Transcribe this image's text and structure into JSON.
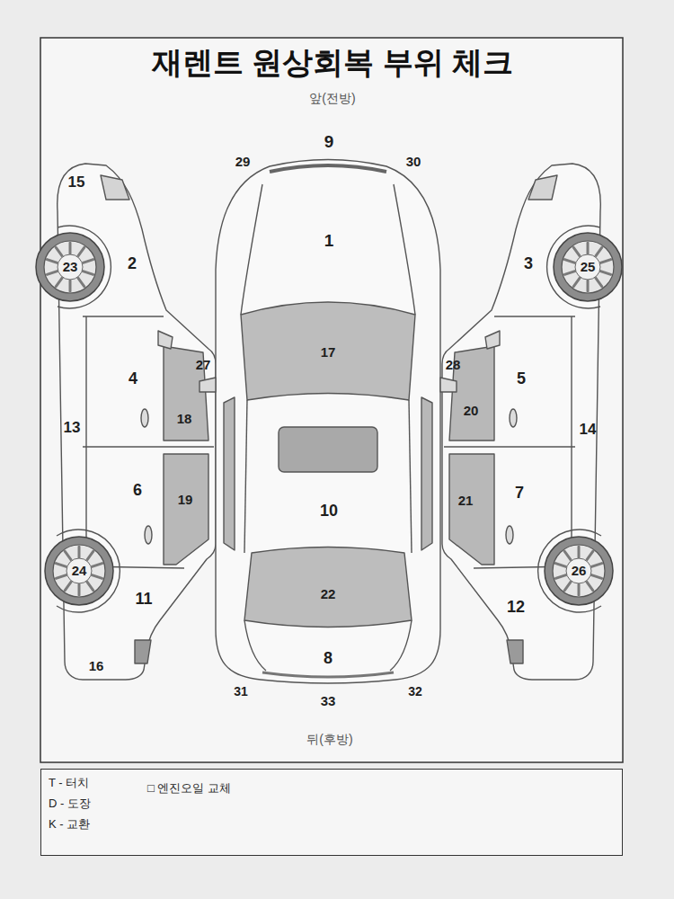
{
  "diagram": {
    "title": "재렌트 원상회복 부위 체크",
    "nodes": [
      {
        "text": [
          "T - 터치",
          "D - 도장",
          "K - 교환",
          "□ 엔진오일 교체"
        ]
      }
    ],
    "labels": [
      "앞(전방)",
      "9",
      "15",
      "29",
      "30",
      "1",
      "23",
      "2",
      "3",
      "25",
      "17",
      "27",
      "28",
      "4",
      "5",
      "20",
      "18",
      "13",
      "14",
      "6",
      "7",
      "21",
      "19",
      "10",
      "24",
      "26",
      "22",
      "11",
      "12",
      "8",
      "16",
      "31",
      "33",
      "32",
      "뒤(후방)"
    ]
  }
}
